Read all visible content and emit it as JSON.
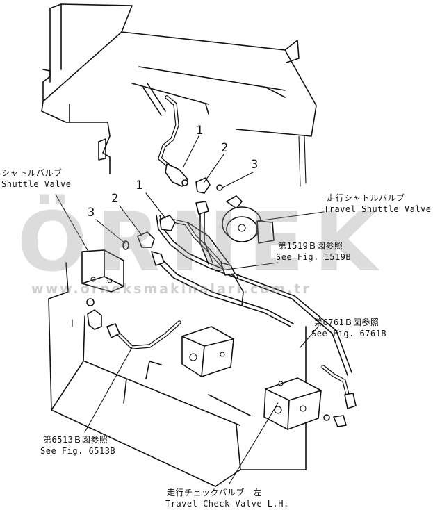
{
  "labels": {
    "shuttle_valve_jp": "シャトルバルブ",
    "shuttle_valve_en": "Shuttle Valve",
    "travel_shuttle_valve_jp": "走行シャトルバルブ",
    "travel_shuttle_valve_en": "Travel Shuttle Valve",
    "fig1519_jp": "第1519Ｂ図参照",
    "fig1519_en": "See Fig. 1519B",
    "fig6761_jp": "第6761Ｂ図参照",
    "fig6761_en": "See Fig. 6761B",
    "fig6513_jp": "第6513Ｂ図参照",
    "fig6513_en": "See Fig. 6513B",
    "check_valve_jp": "走行チェックバルブ　左",
    "check_valve_en": "Travel Check Valve L.H."
  },
  "callouts": {
    "right_1": "1",
    "right_2": "2",
    "right_3": "3",
    "left_1": "1",
    "left_2": "2",
    "left_3": "3"
  },
  "watermark": {
    "text": "ÖRNEK",
    "url": "www.orneksmakinalari.com.tr"
  }
}
